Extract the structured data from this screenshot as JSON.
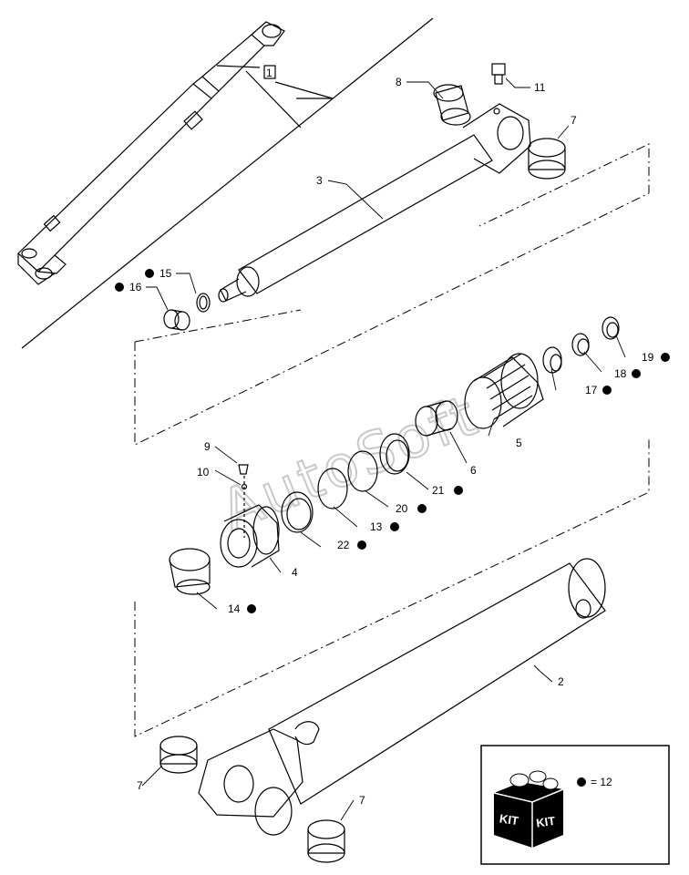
{
  "watermark": "AutoSoft",
  "callouts": {
    "c1": "1",
    "c2": "2",
    "c3": "3",
    "c4": "4",
    "c5": "5",
    "c6": "6",
    "c7a": "7",
    "c7b": "7",
    "c7c": "7",
    "c8": "8",
    "c9": "9",
    "c10": "10",
    "c11": "11",
    "c13": "13",
    "c14": "14",
    "c15": "15",
    "c16": "16",
    "c17": "17",
    "c18": "18",
    "c19": "19",
    "c20": "20",
    "c21": "21",
    "c22": "22"
  },
  "kit": {
    "label_left": "KIT",
    "label_right": "KIT",
    "legend_equals": "= 12"
  }
}
